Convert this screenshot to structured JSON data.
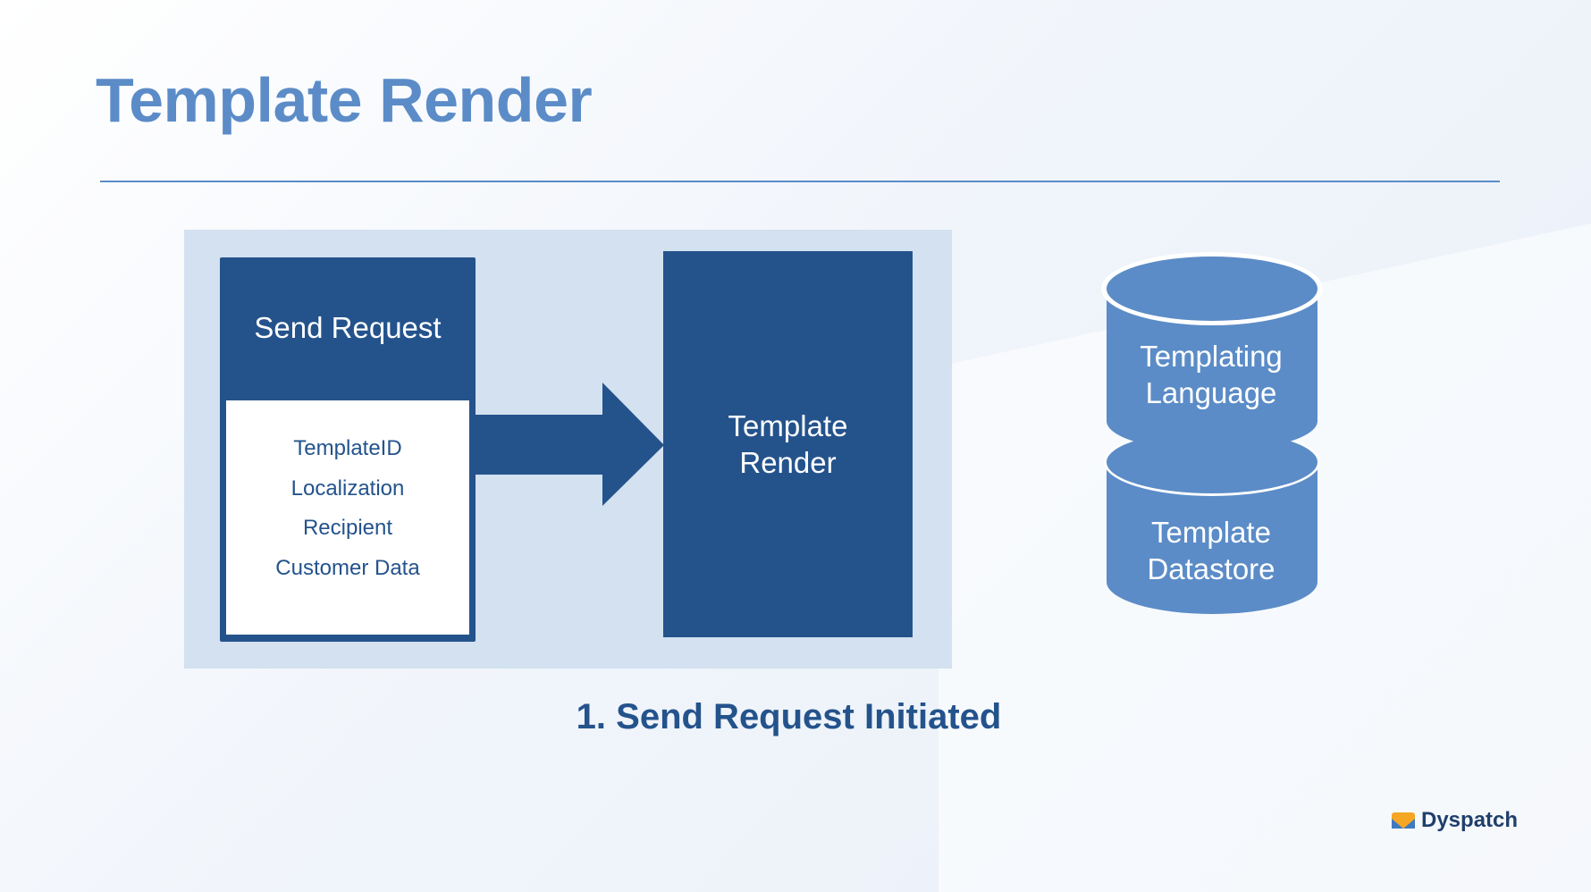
{
  "slide": {
    "title": "Template Render",
    "caption": "1. Send Request Initiated"
  },
  "send_request": {
    "header": "Send Request",
    "fields": [
      "TemplateID",
      "Localization",
      "Recipient",
      "Customer Data"
    ]
  },
  "render_box": {
    "line1": "Template",
    "line2": "Render"
  },
  "databases": [
    {
      "line1": "Templating",
      "line2": "Language"
    },
    {
      "line1": "Template",
      "line2": "Datastore"
    }
  ],
  "brand": {
    "name": "Dyspatch",
    "icon": "envelope-logo-icon"
  },
  "colors": {
    "title": "#5b8cc7",
    "dark_blue": "#24538c",
    "panel": "#d3e1f0",
    "db_blue": "#5b8cc7",
    "logo_orange": "#f5a623"
  }
}
